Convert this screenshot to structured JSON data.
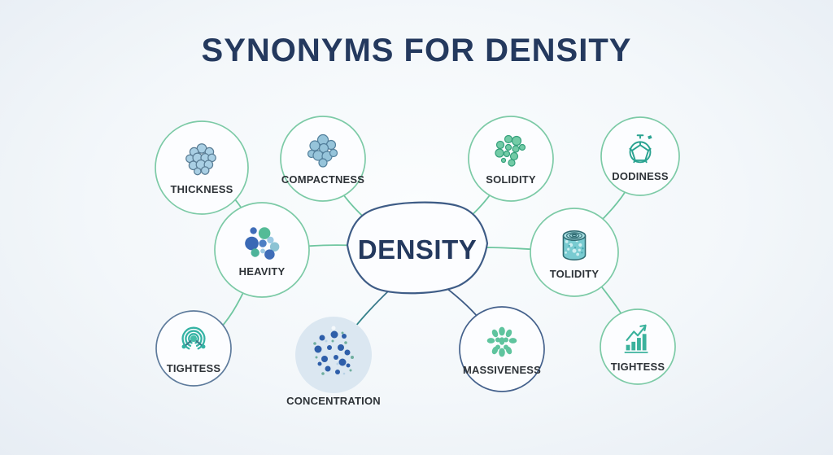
{
  "title": "SYNONYMS FOR DENSITY",
  "center": {
    "label": "DENSITY",
    "shape": "wavy-blob"
  },
  "nodes": [
    {
      "id": "thickness",
      "label": "THICKNESS",
      "icon": "bubble-cluster-icon",
      "ring": "green"
    },
    {
      "id": "compactness",
      "label": "COMPACTNESS",
      "icon": "bubble-cluster-icon",
      "ring": "green"
    },
    {
      "id": "solidity",
      "label": "SOLIDITY",
      "icon": "dot-cluster-icon",
      "ring": "green"
    },
    {
      "id": "dodiness",
      "label": "DODINESS",
      "icon": "geodesic-sphere-icon",
      "ring": "green"
    },
    {
      "id": "heavity",
      "label": "HEAVITY",
      "icon": "multicolor-dots-icon",
      "ring": "green"
    },
    {
      "id": "tolidity",
      "label": "TOLIDITY",
      "icon": "textured-cylinder-icon",
      "ring": "green"
    },
    {
      "id": "tightess_left",
      "label": "TIGHTESS",
      "icon": "target-signal-icon",
      "ring": "slate"
    },
    {
      "id": "concentration",
      "label": "CONCENTRATION",
      "icon": "dotted-sphere-icon",
      "ring": "none"
    },
    {
      "id": "massiveness",
      "label": "MASSIVENESS",
      "icon": "petal-cluster-icon",
      "ring": "navy"
    },
    {
      "id": "tightess_right",
      "label": "TIGHTESS",
      "icon": "bar-chart-growth-icon",
      "ring": "green"
    }
  ],
  "edges": [
    {
      "from": "DENSITY",
      "to": "COMPACTNESS"
    },
    {
      "from": "DENSITY",
      "to": "SOLIDITY"
    },
    {
      "from": "DENSITY",
      "to": "HEAVITY"
    },
    {
      "from": "DENSITY",
      "to": "TOLIDITY"
    },
    {
      "from": "DENSITY",
      "to": "CONCENTRATION"
    },
    {
      "from": "DENSITY",
      "to": "MASSIVENESS"
    },
    {
      "from": "HEAVITY",
      "to": "THICKNESS"
    },
    {
      "from": "HEAVITY",
      "to": "TIGHTESS"
    },
    {
      "from": "TOLIDITY",
      "to": "DODINESS"
    },
    {
      "from": "TOLIDITY",
      "to": "TIGHTESS"
    }
  ],
  "colors": {
    "title_text": "#24395e",
    "label_text": "#2e3338",
    "density_outline": "#3e5c86",
    "connector_navy": "#3e5c86",
    "connector_green": "#6fc6a0",
    "circle_green": "#7ccaa6",
    "circle_navy": "#44618c",
    "circle_slate": "#5e7b9c",
    "circle_fill": "#fcfdff",
    "concentration_fill": "#dbe7f1",
    "icon_blue": "#3a69b5",
    "icon_lightblue": "#9cc9e4",
    "icon_green": "#54bb97",
    "icon_teal": "#35b3a4"
  }
}
